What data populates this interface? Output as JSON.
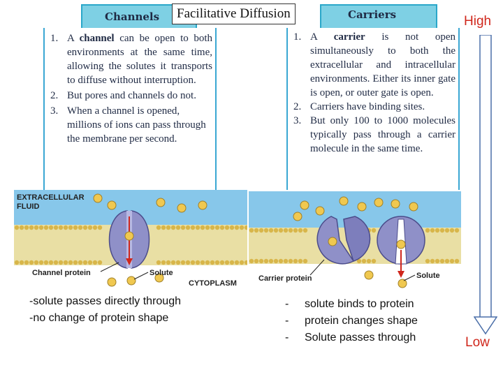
{
  "title": "Facilitative Diffusion",
  "channels": {
    "header": "Channels",
    "items": [
      {
        "num": "1.",
        "text_pre": "A ",
        "bold": "channel",
        "text_post": " can be open to both environments at the same time, allowing the solutes it transports to diffuse without interruption."
      },
      {
        "num": "2.",
        "text_pre": "But pores and channels do not.",
        "bold": "",
        "text_post": ""
      },
      {
        "num": "3.",
        "text_pre": "When a channel is opened, millions of ions can pass through the membrane per second.",
        "bold": "",
        "text_post": ""
      }
    ],
    "notes": [
      "-solute passes directly through",
      "-no change of protein shape"
    ]
  },
  "carriers": {
    "header": "Carriers",
    "items": [
      {
        "num": "1.",
        "text_pre": "A ",
        "bold": "carrier",
        "text_post": " is not open simultaneously to both the extracellular and intracellular environments. Either its inner gate is open, or outer gate is open."
      },
      {
        "num": "2.",
        "text_pre": "Carriers have binding sites.",
        "bold": "",
        "text_post": ""
      },
      {
        "num": "3.",
        "text_pre": "But only 100 to 1000 molecules typically pass through a carrier molecule in the same time.",
        "bold": "",
        "text_post": ""
      }
    ],
    "notes": [
      {
        "dash": "-",
        "text": "solute binds to protein"
      },
      {
        "dash": "-",
        "text": "protein changes shape"
      },
      {
        "dash": "-",
        "text": "Solute passes through"
      }
    ]
  },
  "channel_diagram": {
    "label_extracellular_1": "EXTRACELLULAR",
    "label_extracellular_2": "FLUID",
    "label_protein": "Channel protein",
    "label_solute": "Solute",
    "label_cytoplasm": "CYTOPLASM"
  },
  "carrier_diagram": {
    "label_protein": "Carrier protein",
    "label_solute": "Solute"
  },
  "gradient": {
    "high": "High",
    "low": "Low"
  },
  "colors": {
    "header_fill": "#7ed0e4",
    "membrane_blue": "#87c7ea",
    "lipid_head": "#d8b64a",
    "protein": "#8f90c8",
    "solute": "#f0c850",
    "accent_red": "#d0271c"
  }
}
